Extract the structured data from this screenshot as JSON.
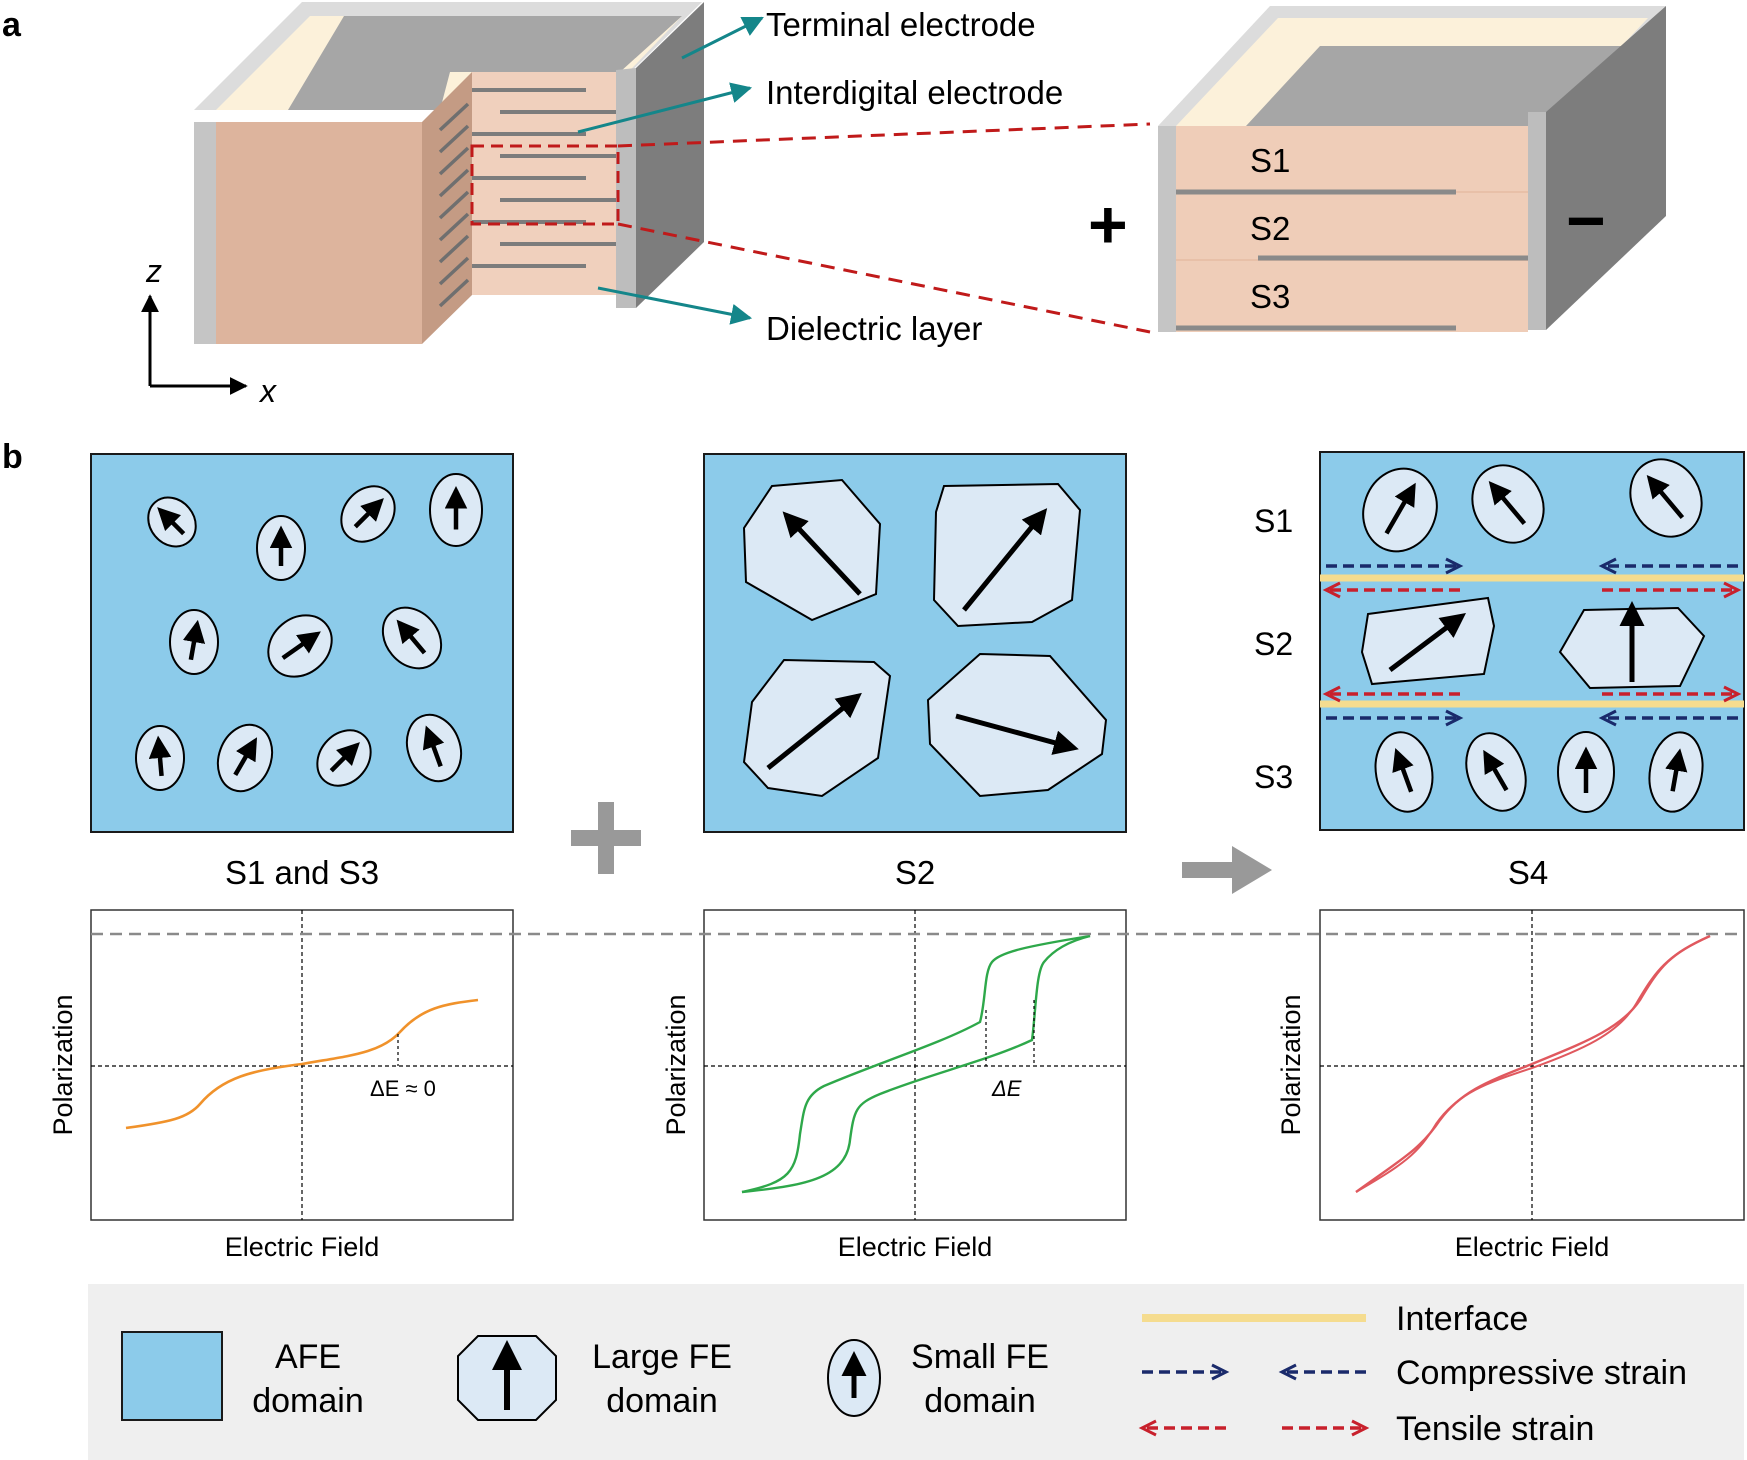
{
  "panel_a": {
    "label": "a",
    "callouts": {
      "terminal": "Terminal electrode",
      "interdigital": "Interdigital electrode",
      "dielectric": "Dielectric  layer"
    },
    "axes": {
      "z": "z",
      "x": "x"
    },
    "zoom": {
      "layers": [
        "S1",
        "S2",
        "S3"
      ],
      "plus": "+",
      "minus": "−"
    }
  },
  "panel_b": {
    "label": "b",
    "captions": {
      "left": "S1 and S3",
      "middle": "S2",
      "right": "S4"
    },
    "operators": {
      "plus": "+",
      "arrow": "→"
    },
    "right_rows": [
      "S1",
      "S2",
      "S3"
    ],
    "plots": {
      "ylabel": "Polarization",
      "xlabel": "Electric Field",
      "left_note": "ΔE ≈ 0",
      "middle_note": "ΔE",
      "colors": {
        "left": "#f0922b",
        "middle": "#2ea84a",
        "right": "#e0585e"
      }
    }
  },
  "legend": {
    "afe": [
      "AFE",
      "domain"
    ],
    "large_fe": [
      "Large FE",
      "domain"
    ],
    "small_fe": [
      "Small FE",
      "domain"
    ],
    "interface": "Interface",
    "compressive": "Compressive strain",
    "tensile": "Tensile strain"
  },
  "colors": {
    "afe_fill": "#8ccbea",
    "domain_fill": "#dce9f5",
    "dielectric": "#e9c8b3",
    "teal_callout": "#14868a",
    "zoom_dash": "#c01a1a",
    "interface": "#f5dc8f",
    "compressive": "#1a2a6b",
    "tensile": "#c8202c"
  }
}
